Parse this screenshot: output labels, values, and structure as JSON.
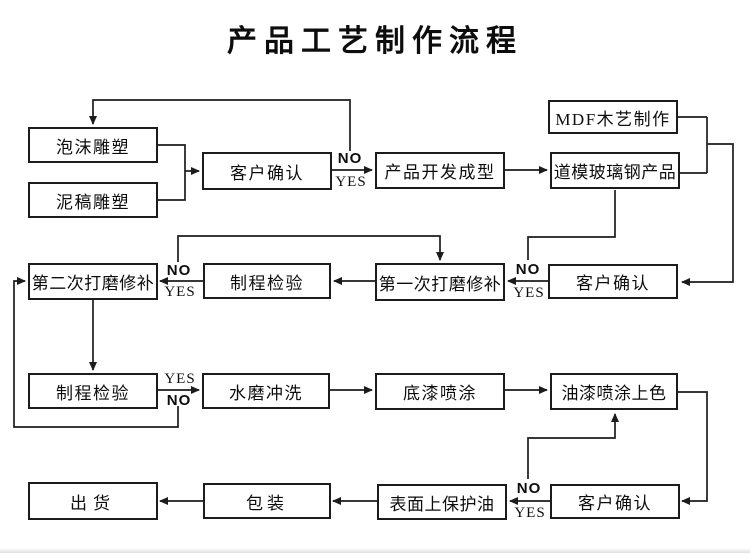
{
  "title": "产品工艺制作流程",
  "flowchart": {
    "branch_labels": {
      "no": "NO",
      "yes": "YES"
    },
    "colors": {
      "line": "#1c1c1c",
      "box_border": "#1c1c1c",
      "box_fill": "#ffffff",
      "text": "#0d0d0d"
    },
    "nodes": [
      {
        "id": "foam-sculpture",
        "label": "泡沫雕塑"
      },
      {
        "id": "clay-sculpture",
        "label": "泥稿雕塑"
      },
      {
        "id": "customer-confirm-1",
        "label": "客户确认"
      },
      {
        "id": "product-dev-molding",
        "label": "产品开发成型"
      },
      {
        "id": "mdf-woodcraft",
        "label": "MDF木艺制作"
      },
      {
        "id": "fiberglass-mold-product",
        "label": "道模玻璃钢产品"
      },
      {
        "id": "second-sanding-repair",
        "label": "第二次打磨修补"
      },
      {
        "id": "process-inspection-1",
        "label": "制程检验"
      },
      {
        "id": "first-sanding-repair",
        "label": "第一次打磨修补"
      },
      {
        "id": "customer-confirm-2",
        "label": "客户确认"
      },
      {
        "id": "process-inspection-2",
        "label": "制程检验"
      },
      {
        "id": "water-sanding-rinse",
        "label": "水磨冲洗"
      },
      {
        "id": "primer-spray",
        "label": "底漆喷涂"
      },
      {
        "id": "paint-spray-coloring",
        "label": "油漆喷涂上色"
      },
      {
        "id": "ship-out",
        "label": "出货"
      },
      {
        "id": "packaging",
        "label": "包装"
      },
      {
        "id": "surface-protective-oil",
        "label": "表面上保护油"
      },
      {
        "id": "customer-confirm-3",
        "label": "客户确认"
      }
    ],
    "edges": [
      {
        "from": "foam-sculpture",
        "to": "customer-confirm-1",
        "label": ""
      },
      {
        "from": "clay-sculpture",
        "to": "customer-confirm-1",
        "label": ""
      },
      {
        "from": "customer-confirm-1",
        "to": "product-dev-molding",
        "label": "YES"
      },
      {
        "from": "customer-confirm-1",
        "to": "foam-sculpture",
        "label": "NO"
      },
      {
        "from": "product-dev-molding",
        "to": "fiberglass-mold-product",
        "label": ""
      },
      {
        "from": "mdf-woodcraft",
        "to": "customer-confirm-2",
        "label": ""
      },
      {
        "from": "fiberglass-mold-product",
        "to": "customer-confirm-2",
        "label": ""
      },
      {
        "from": "customer-confirm-2",
        "to": "first-sanding-repair",
        "label": "YES"
      },
      {
        "from": "customer-confirm-2",
        "to": "fiberglass-mold-product",
        "label": "NO"
      },
      {
        "from": "first-sanding-repair",
        "to": "process-inspection-1",
        "label": ""
      },
      {
        "from": "process-inspection-1",
        "to": "second-sanding-repair",
        "label": "YES"
      },
      {
        "from": "process-inspection-1",
        "to": "first-sanding-repair",
        "label": "NO"
      },
      {
        "from": "second-sanding-repair",
        "to": "process-inspection-2",
        "label": ""
      },
      {
        "from": "process-inspection-2",
        "to": "water-sanding-rinse",
        "label": "YES"
      },
      {
        "from": "process-inspection-2",
        "to": "second-sanding-repair",
        "label": "NO"
      },
      {
        "from": "water-sanding-rinse",
        "to": "primer-spray",
        "label": ""
      },
      {
        "from": "primer-spray",
        "to": "paint-spray-coloring",
        "label": ""
      },
      {
        "from": "paint-spray-coloring",
        "to": "customer-confirm-3",
        "label": ""
      },
      {
        "from": "customer-confirm-3",
        "to": "surface-protective-oil",
        "label": "YES"
      },
      {
        "from": "customer-confirm-3",
        "to": "paint-spray-coloring",
        "label": "NO"
      },
      {
        "from": "surface-protective-oil",
        "to": "packaging",
        "label": ""
      },
      {
        "from": "packaging",
        "to": "ship-out",
        "label": ""
      }
    ]
  }
}
